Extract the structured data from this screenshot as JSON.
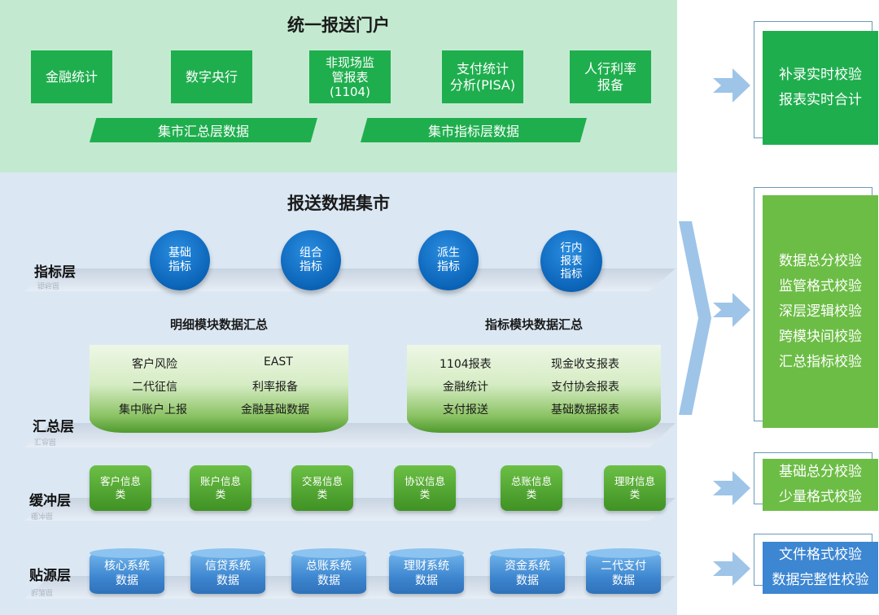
{
  "portal": {
    "title": "统一报送门户",
    "systems": [
      "金融统计",
      "数字央行",
      "非现场监\n管报表\n(1104)",
      "支付统计\n分析(PISA)",
      "人行利率\n报备"
    ],
    "data_bars": [
      "集市汇总层数据",
      "集市指标层数据"
    ]
  },
  "mart": {
    "title": "报送数据集市",
    "layers": {
      "indicator": "指标层",
      "summary": "汇总层",
      "buffer": "缓冲层",
      "source": "贴源层"
    },
    "layer_shadows": {
      "indicator": "指标层",
      "summary": "汇总层",
      "buffer": "缓冲层",
      "source": "贴源层"
    },
    "indicators": [
      "基础\n指标",
      "组合\n指标",
      "派生\n指标",
      "行内\n报表\n指标"
    ],
    "detail_summary": {
      "title": "明细模块数据汇总",
      "items": [
        "客户风险",
        "EAST",
        "二代征信",
        "利率报备",
        "集中账户上报",
        "金融基础数据"
      ]
    },
    "indicator_summary": {
      "title": "指标模块数据汇总",
      "items": [
        "1104报表",
        "现金收支报表",
        "金融统计",
        "支付协会报表",
        "支付报送",
        "基础数据报表"
      ]
    },
    "buffers": [
      "客户信息\n类",
      "账户信息\n类",
      "交易信息\n类",
      "协议信息\n类",
      "总账信息\n类",
      "理财信息\n类"
    ],
    "sources": [
      "核心系统\n数据",
      "信贷系统\n数据",
      "总账系统\n数据",
      "理财系统\n数据",
      "资金系统\n数据",
      "二代支付\n数据"
    ]
  },
  "checks": {
    "portal": [
      "补录实时校验",
      "报表实时合计"
    ],
    "mart": [
      "数据总分校验",
      "监管格式校验",
      "深层逻辑校验",
      "跨模块间校验",
      "汇总指标校验"
    ],
    "buffer": [
      "基础总分校验",
      "少量格式校验"
    ],
    "source": [
      "文件格式校验",
      "数据完整性校验"
    ]
  },
  "colors": {
    "portal_bg": "#c3ead0",
    "mart_bg": "#dbe8f4",
    "green": "#1fae4e",
    "light_green": "#6cbd45",
    "blue": "#0b64b8",
    "arrow": "#9ec4e8"
  }
}
